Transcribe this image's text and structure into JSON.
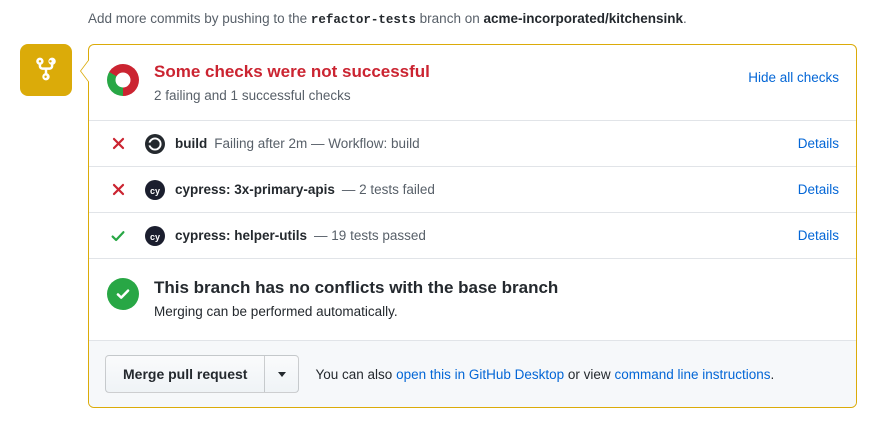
{
  "push_hint": {
    "prefix": "Add more commits by pushing to the",
    "branch": "refactor-tests",
    "middle": "branch on",
    "repo": "acme-incorporated/kitchensink",
    "suffix": "."
  },
  "status_badge": {
    "icon": "git-merge-icon",
    "color": "#dbab09"
  },
  "checks": {
    "summary_title": "Some checks were not successful",
    "summary_sub": "2 failing and 1 successful checks",
    "toggle_label": "Hide all checks",
    "donut": {
      "failing": 2,
      "successful": 1,
      "success_color": "#28a745",
      "failure_color": "#cb2431"
    },
    "rows": [
      {
        "status": "failure",
        "status_icon": "x-icon",
        "avatar_icon": "github-actions-icon",
        "name": "build",
        "description": "Failing after 2m — Workflow: build",
        "details_label": "Details"
      },
      {
        "status": "failure",
        "status_icon": "x-icon",
        "avatar_icon": "cypress-icon",
        "name": "cypress: 3x-primary-apis",
        "description": "— 2 tests failed",
        "details_label": "Details"
      },
      {
        "status": "success",
        "status_icon": "check-icon",
        "avatar_icon": "cypress-icon",
        "name": "cypress: helper-utils",
        "description": "— 19 tests passed",
        "details_label": "Details"
      }
    ]
  },
  "conflicts": {
    "icon": "check-circle-icon",
    "title": "This branch has no conflicts with the base branch",
    "subtitle": "Merging can be performed automatically."
  },
  "merge_footer": {
    "merge_button_label": "Merge pull request",
    "dropdown_icon": "chevron-down-icon",
    "note_prefix": "You can also",
    "desktop_link": "open this in GitHub Desktop",
    "note_middle": "or view",
    "cli_link": "command line instructions",
    "note_suffix": "."
  },
  "colors": {
    "panel_border": "#dbab09",
    "link": "#0366d6",
    "danger": "#cb2431",
    "success": "#28a745",
    "muted": "#586069"
  }
}
